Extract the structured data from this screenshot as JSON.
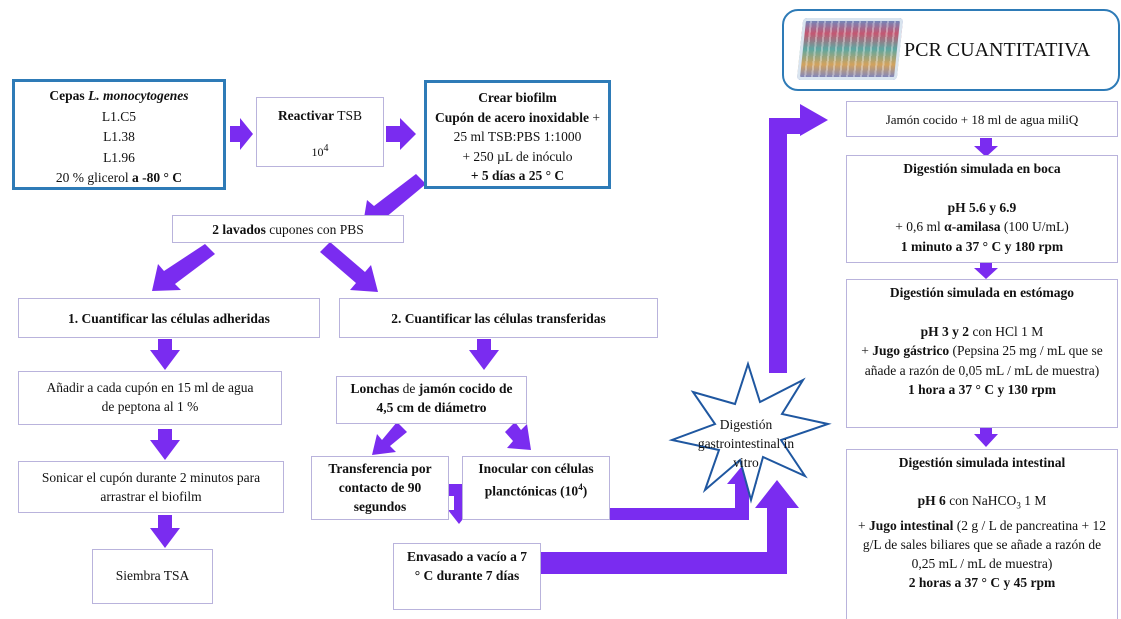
{
  "cepas": {
    "title_prefix": "Cepas ",
    "title_species": "L. monocytogenes",
    "strains": [
      "L1.C5",
      "L1.38",
      "L1.96"
    ],
    "glycerol_text": "20 % glicerol ",
    "temp": "a -80 ° C"
  },
  "reactivar": {
    "label_bold": "Reactivar",
    "label_rest": " TSB",
    "conc_base": "10",
    "conc_exp": "4"
  },
  "biofilm": {
    "title": "Crear biofilm",
    "coupon_bold": "Cupón de acero inoxidable",
    "coupon_rest": " + 25 ml TSB:PBS 1:1000",
    "inoculum": "+ 250 µL de inóculo",
    "time": "+ 5 días a 25 ° C"
  },
  "lavados": {
    "bold": "2 lavados",
    "rest": " cupones con PBS"
  },
  "adheridas": {
    "title": "1. Cuantificar las células adheridas",
    "step1": "Añadir a cada cupón en 15 ml de agua de peptona al 1 %",
    "step2": "Sonicar el cupón durante 2 minutos para arrastrar el biofilm",
    "step3": "Siembra TSA"
  },
  "transferidas": {
    "title": "2. Cuantificar las células transferidas",
    "slices_bold1": "Lonchas",
    "slices_mid": " de ",
    "slices_bold2": "jamón cocido de 4,5 cm de diámetro",
    "transfer": "Transferencia por contacto de 90 segundos",
    "inoculate": "Inocular con células planctónicas (10",
    "inoculate_exp": "4",
    "inoculate_end": ")",
    "vacuum": "Envasado a vacío a 7 ° C durante 7 días"
  },
  "star": {
    "label": "Digestión gastrointestinal in vitro"
  },
  "pcr": {
    "label": "PCR CUANTITATIVA"
  },
  "jamon": {
    "label": "Jamón cocido + 18 ml de agua miliQ"
  },
  "boca": {
    "title": "Digestión simulada en boca",
    "ph": "pH 5.6 y 6.9",
    "amylase_pre": "+ 0,6 ml ",
    "amylase_bold": "α-amilasa",
    "amylase_post": " (100 U/mL)",
    "time": "1 minuto a 37 ° C y 180 rpm"
  },
  "estomago": {
    "title": "Digestión simulada en estómago",
    "ph_bold": "pH 3 y 2",
    "ph_rest": " con HCl 1 M",
    "juice_pre": "+ ",
    "juice_bold": "Jugo gástrico",
    "juice_rest": " (Pepsina 25 mg / mL que se añade a razón de 0,05 mL / mL de muestra)",
    "time": "1 hora a 37 ° C y 130 rpm"
  },
  "intestinal": {
    "title": "Digestión simulada intestinal",
    "ph_bold": "pH 6",
    "ph_rest_pre": " con NaHCO",
    "ph_sub": "3",
    "ph_rest_post": " 1 M",
    "juice_pre": "+ ",
    "juice_bold": "Jugo intestinal",
    "juice_rest": " (2 g / L de pancreatina + 12 g/L de sales biliares que se añade a razón de 0,25 mL / mL de muestra)",
    "time": "2 horas a 37 ° C y 45 rpm"
  },
  "colors": {
    "arrow": "#7a2cf0",
    "thick_border": "#2e7bb7",
    "thin_border": "#b9b3dc"
  }
}
